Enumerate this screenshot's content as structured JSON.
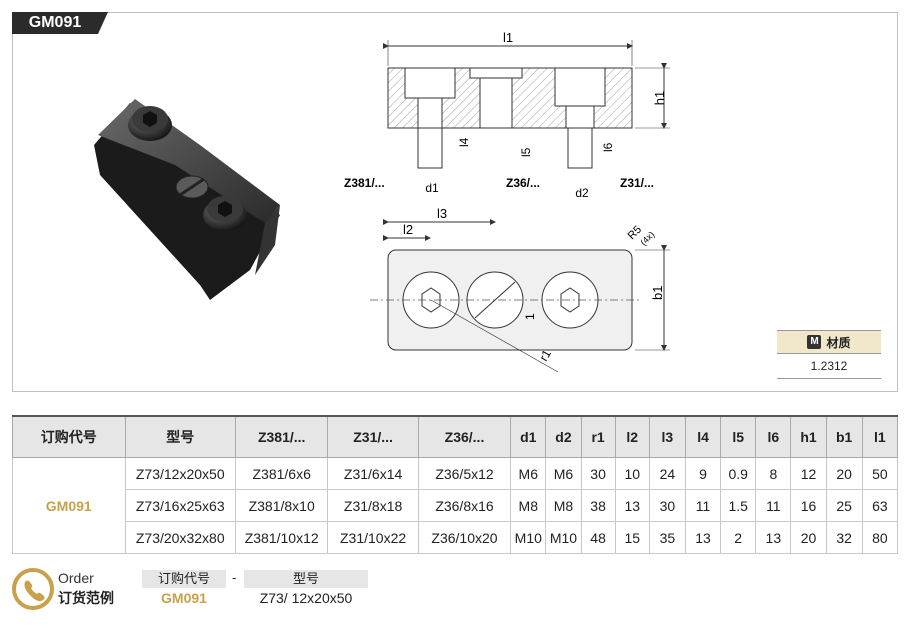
{
  "product_code": "GM091",
  "drawing": {
    "labels": {
      "l1": "l1",
      "h1": "h1",
      "l4": "l4",
      "l5": "l5",
      "l6": "l6",
      "d1": "d1",
      "d2": "d2",
      "l3": "l3",
      "l2": "l2",
      "b1": "b1",
      "r1": "r1",
      "r5": "R5",
      "r5_count": "(4x)",
      "one": "1",
      "z381": "Z381/...",
      "z36": "Z36/...",
      "z31": "Z31/..."
    }
  },
  "material": {
    "icon": "M",
    "heading": "材质",
    "value": "1.2312"
  },
  "table": {
    "headers": [
      "订购代号",
      "型号",
      "Z381/...",
      "Z31/...",
      "Z36/...",
      "d1",
      "d2",
      "r1",
      "l2",
      "l3",
      "l4",
      "l5",
      "l6",
      "h1",
      "b1",
      "l1"
    ],
    "code": "GM091",
    "rows": [
      [
        "Z73/12x20x50",
        "Z381/6x6",
        "Z31/6x14",
        "Z36/5x12",
        "M6",
        "M6",
        "30",
        "10",
        "24",
        "9",
        "0.9",
        "8",
        "12",
        "20",
        "50"
      ],
      [
        "Z73/16x25x63",
        "Z381/8x10",
        "Z31/8x18",
        "Z36/8x16",
        "M8",
        "M8",
        "38",
        "13",
        "30",
        "11",
        "1.5",
        "11",
        "16",
        "25",
        "63"
      ],
      [
        "Z73/20x32x80",
        "Z381/10x12",
        "Z31/10x22",
        "Z36/10x20",
        "M10",
        "M10",
        "48",
        "15",
        "35",
        "13",
        "2",
        "13",
        "20",
        "32",
        "80"
      ]
    ]
  },
  "order": {
    "title_en": "Order",
    "title_cn": "订货范例",
    "col1_header": "订购代号",
    "separator": "-",
    "col2_header": "型号",
    "col1_value": "GM091",
    "col2_value": "Z73/ 12x20x50"
  },
  "colors": {
    "accent": "#c9a04b",
    "header_bg": "#e6e6e6",
    "material_bg": "#f1e8cc"
  }
}
